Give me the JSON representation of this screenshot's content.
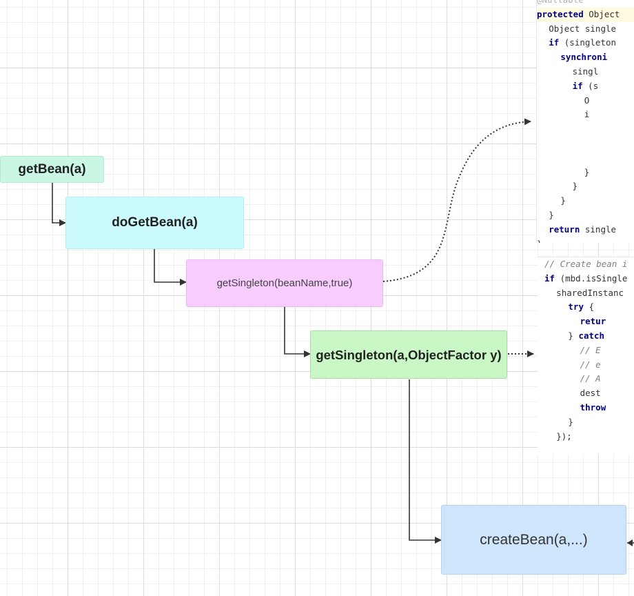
{
  "nodes": {
    "getBean": {
      "label": "getBean(a)",
      "fill": "#c9f7e3",
      "border": "#b6e8cf"
    },
    "doGetBean": {
      "label": "doGetBean(a)",
      "fill": "#ccfbff",
      "border": "#b3eef0"
    },
    "getSingletonTrue": {
      "label": "getSingleton(beanName,true)",
      "fill": "#f9ccff",
      "border": "#ebb7f0"
    },
    "getSingletonFactory": {
      "label": "getSingleton(a,ObjectFactor y)",
      "fill": "#c9f8c6",
      "border": "#a9dda6"
    },
    "createBean": {
      "label": "createBean(a,...)",
      "fill": "#cfe5fb",
      "border": "#b6d2ee"
    }
  },
  "code_snippet_1": [
    {
      "t": "@Nullable",
      "c": "dim",
      "i": 0
    },
    {
      "t": "protected Object ",
      "c": "kw-first",
      "kw": "protected",
      "i": 0
    },
    {
      "t": "Object single",
      "i": 2
    },
    {
      "t": "if (singleton",
      "kw": "if",
      "i": 2
    },
    {
      "t": "synchroni",
      "kw": "synchroni",
      "i": 4
    },
    {
      "t": "singl",
      "i": 6
    },
    {
      "t": "if (s",
      "kw": "if",
      "i": 6
    },
    {
      "t": "O",
      "i": 8
    },
    {
      "t": "i",
      "i": 8
    },
    {
      "t": "",
      "i": 8
    },
    {
      "t": "",
      "i": 8
    },
    {
      "t": "",
      "i": 8
    },
    {
      "t": "}",
      "i": 8
    },
    {
      "t": "}",
      "i": 6
    },
    {
      "t": "}",
      "i": 4
    },
    {
      "t": "}",
      "i": 2
    },
    {
      "t": "return single",
      "kw": "return",
      "i": 2
    },
    {
      "t": "}",
      "i": 0
    }
  ],
  "code_snippet_2": [
    {
      "t": "// Create bean i",
      "c": "cm",
      "i": 0
    },
    {
      "t": "if (mbd.isSingle",
      "kw": "if",
      "i": 0
    },
    {
      "t": "sharedInstanc",
      "i": 2
    },
    {
      "t": "try {",
      "kw": "try",
      "i": 4
    },
    {
      "t": "retur",
      "kw": "retur",
      "i": 6
    },
    {
      "t": "} catch",
      "kw": "catch",
      "i": 4
    },
    {
      "t": "// E",
      "c": "cm",
      "i": 6
    },
    {
      "t": "// e",
      "c": "cm",
      "i": 6
    },
    {
      "t": "// A",
      "c": "cm",
      "i": 6
    },
    {
      "t": "dest",
      "i": 6
    },
    {
      "t": "throw",
      "kw": "throw",
      "i": 6
    },
    {
      "t": "}",
      "i": 4
    },
    {
      "t": "});",
      "i": 2
    }
  ],
  "colors": {
    "connector": "#333333",
    "dotted": "#333333"
  }
}
